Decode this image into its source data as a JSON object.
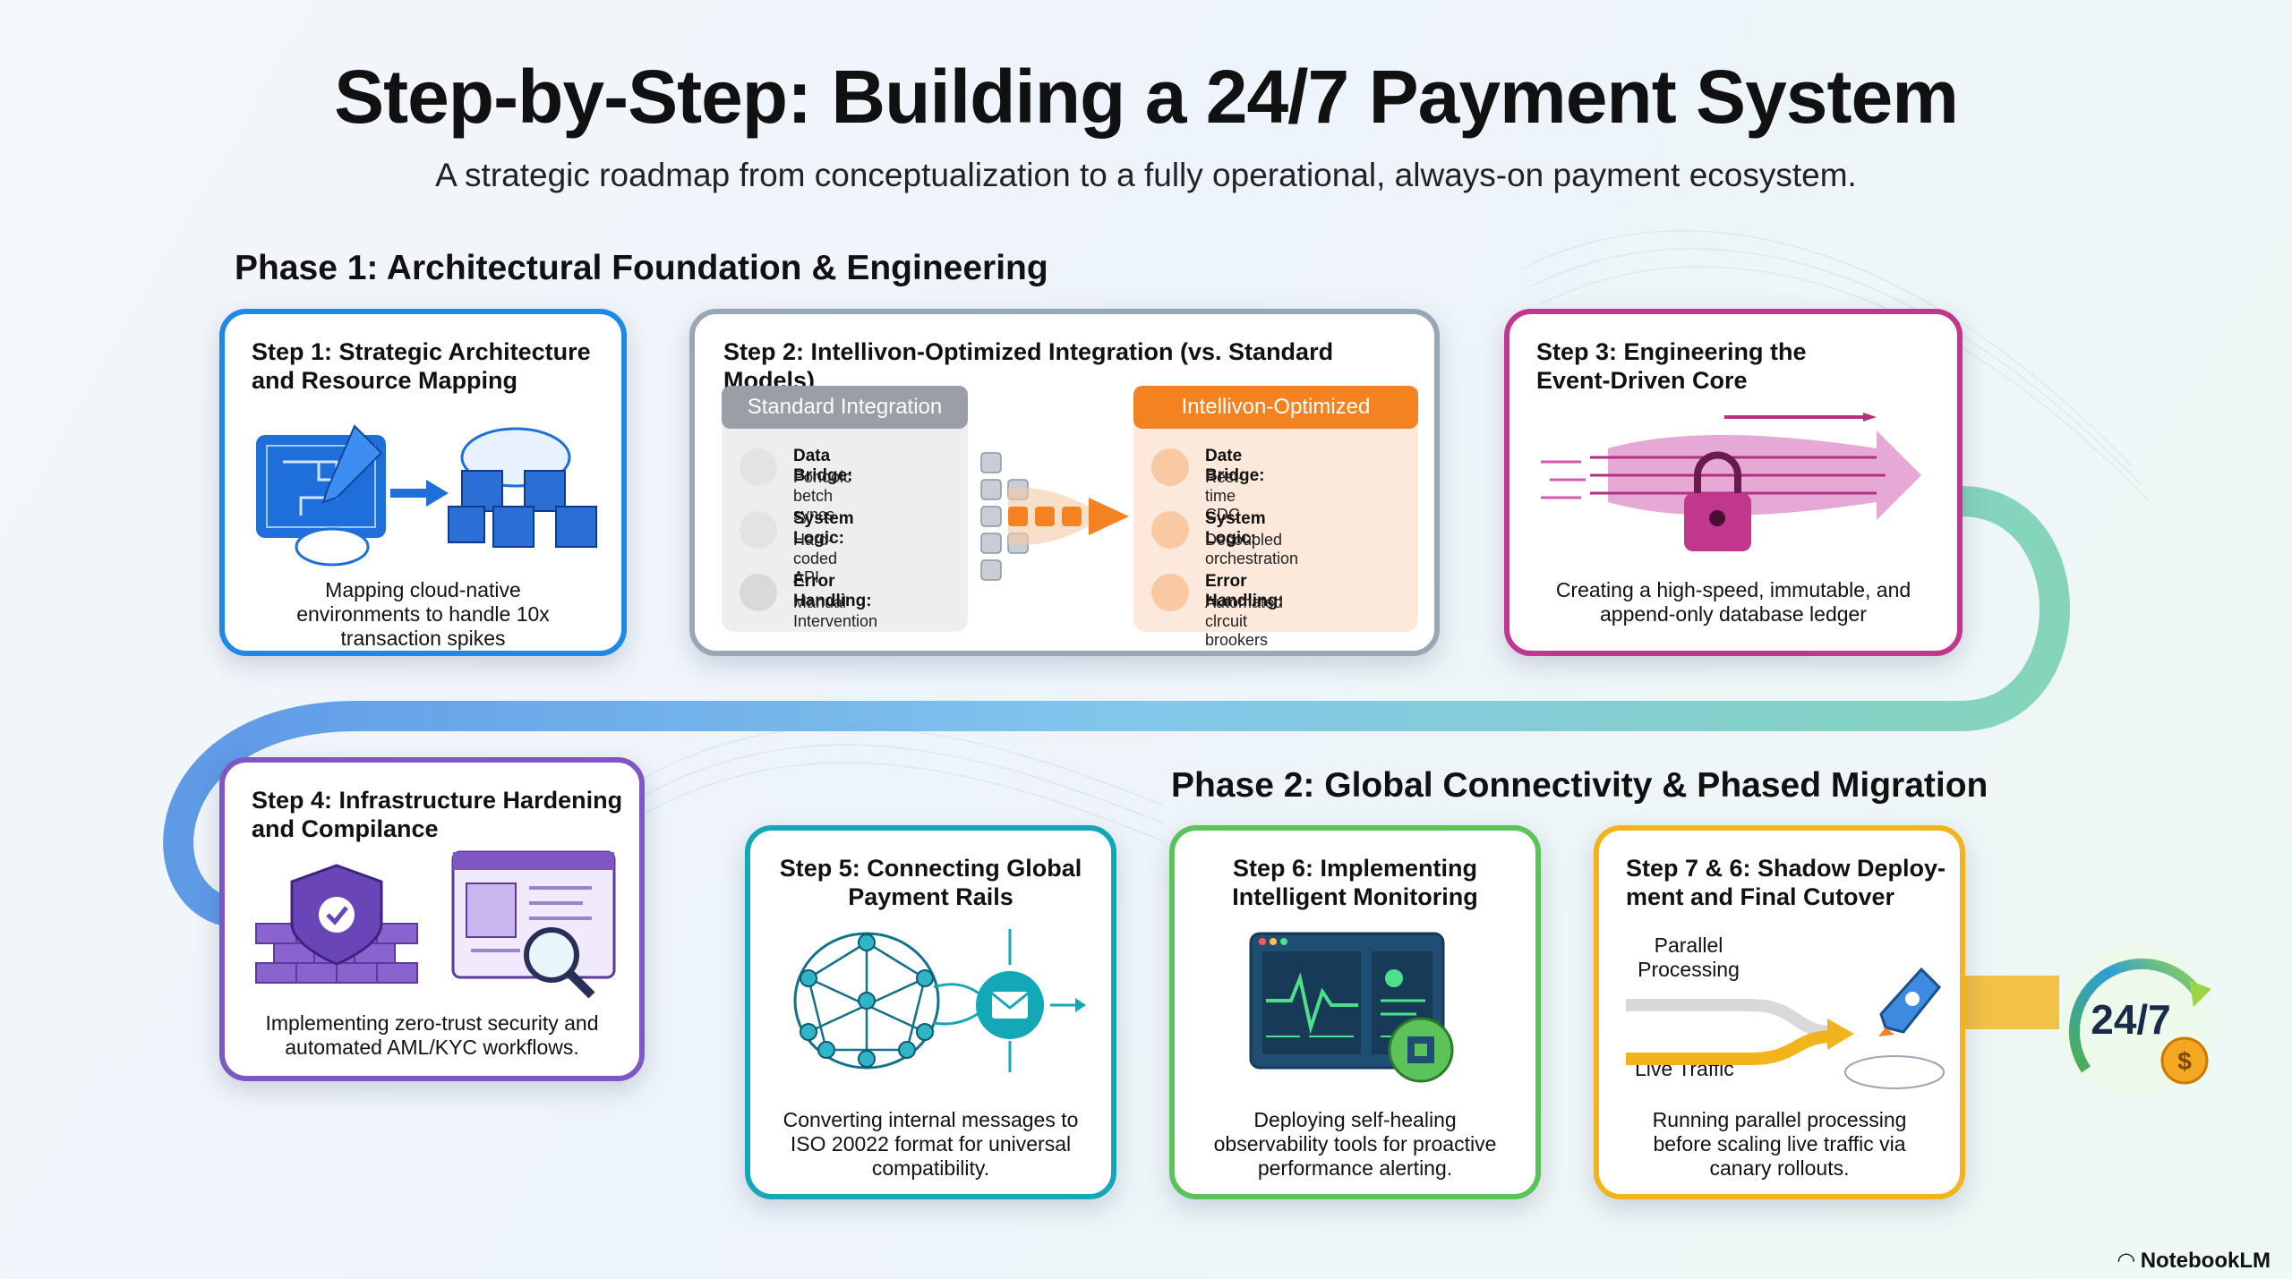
{
  "title": "Step-by-Step: Building a 24/7 Payment System",
  "subtitle": "A strategic roadmap from conceptualization to a fully operational, always-on payment ecosystem.",
  "phase1": "Phase 1: Architectural Foundation & Engineering",
  "phase2": "Phase 2: Global Connectivity & Phased Migration",
  "step1": {
    "title": "Step 1: Strategic Architecture and Resource Mapping",
    "desc": "Mapping cloud-native environments to handle 10x transaction spikes"
  },
  "step2": {
    "title": "Step 2: Intellivon-Optimized Integration (vs. Standard Models)",
    "standard": {
      "header": "Standard Integration",
      "rows": [
        {
          "label": "Data Bridge:",
          "value": "Pohoolc betch syncs"
        },
        {
          "label": "System Logic:",
          "value": "Hard-coded API"
        },
        {
          "label": "Error Handling:",
          "value": "Manual Intervention"
        }
      ]
    },
    "optimized": {
      "header": "Intellivon-Optimized",
      "rows": [
        {
          "label": "Date Bridge:",
          "value": "Rest-time CDC"
        },
        {
          "label": "System Logic:",
          "value": "Decoupled orchestration"
        },
        {
          "label": "Error Handling:",
          "value": "Automated clrcuit brookers"
        }
      ]
    }
  },
  "step3": {
    "title": "Step 3: Engineering the Event-Driven Core",
    "desc": "Creating a high-speed, immutable, and append-only database ledger"
  },
  "step4": {
    "title": "Step 4: Infrastructure Hardening and Compilance",
    "desc": "Implementing zero-trust security and automated AML/KYC workflows."
  },
  "step5": {
    "title": "Step 5: Connecting Global Payment Rails",
    "desc": "Converting internal messages to ISO 20022 format for universal compatibility."
  },
  "step6": {
    "title": "Step 6: Implementing Intelligent Monitoring",
    "desc": "Deploying self-healing observability tools for proactive performance alerting."
  },
  "step7": {
    "title": "Step 7 & 6: Shadow Deploy- ment and Final Cutover",
    "label_parallel": "Parallel Processing",
    "label_live": "Live Traffic",
    "desc": "Running parallel processing before scaling live traffic via canary rollouts."
  },
  "badge": "24/7",
  "logo": "NotebookLM",
  "colors": {
    "step1": "#1e88e5",
    "step2": "#8a96a8",
    "step2_accent": "#f58220",
    "step3": "#c2378e",
    "step4": "#7e57c2",
    "step5": "#13a8b8",
    "step6": "#5cc25a",
    "step7": "#f2b31c"
  }
}
